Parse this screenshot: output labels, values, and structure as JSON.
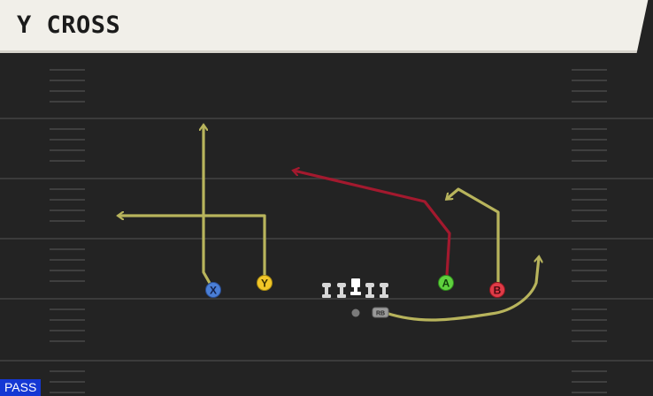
{
  "play": {
    "name": "Y CROSS",
    "type_label": "PASS"
  },
  "players": [
    {
      "id": "X",
      "label": "X",
      "color": "#4a7fd6",
      "text_color": "#14214a"
    },
    {
      "id": "Y",
      "label": "Y",
      "color": "#f2c628",
      "text_color": "#3a2e00"
    },
    {
      "id": "A",
      "label": "A",
      "color": "#5fd13e",
      "text_color": "#10400a"
    },
    {
      "id": "B",
      "label": "B",
      "color": "#e03b47",
      "text_color": "#4a0a10"
    },
    {
      "id": "RB",
      "label": "RB",
      "color": "#9a9a9a",
      "text_color": "#2a2a2a"
    }
  ],
  "routes": [
    {
      "player": "X",
      "color": "#b8b45c",
      "description": "go route"
    },
    {
      "player": "Y",
      "color": "#b8b45c",
      "description": "cross"
    },
    {
      "player": "A",
      "color": "#a3192e",
      "description": "post"
    },
    {
      "player": "B",
      "color": "#b8b45c",
      "description": "comeback"
    },
    {
      "player": "RB",
      "color": "#b8b45c",
      "description": "wheel"
    }
  ],
  "colors": {
    "field": "#232323",
    "yard_line": "#3b3b3b",
    "hash": "#3f3f3f",
    "lineman": "#d7d7d7",
    "center": "#ffffff",
    "qb": "#7a7a7a"
  }
}
